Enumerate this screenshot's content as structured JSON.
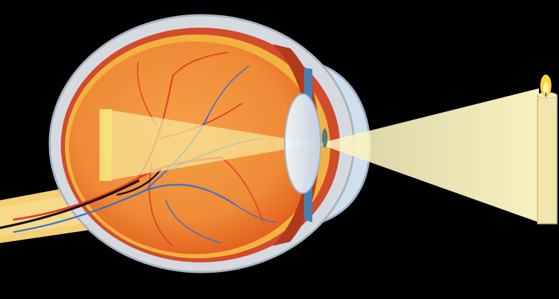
{
  "diagram": {
    "background_color": "#000000",
    "colors": {
      "sclera": "#d3d8df",
      "sclera_edge": "#aeb6c0",
      "choroid": "#d4502e",
      "retina": "#f3b040",
      "vitreous_inner": "#f29a45",
      "vitreous_outer": "#e25a1a",
      "lens": "#dbe8f4",
      "cornea": "#c9dced",
      "iris": "#b5421c",
      "light_beam": "#f8f2bb",
      "optic_nerve": "#f4cf76",
      "artery": "#e43a2a",
      "vein": "#3a70c8",
      "candle": "#f3e6b0",
      "flame": "#ffcf3a"
    },
    "parts": [
      "sclera",
      "choroid",
      "retina",
      "vitreous-body",
      "ciliary-body",
      "lens",
      "cornea",
      "iris",
      "optic-nerve",
      "blood-vessels",
      "light-rays",
      "inverted-image",
      "candle",
      "candle-flame"
    ]
  }
}
